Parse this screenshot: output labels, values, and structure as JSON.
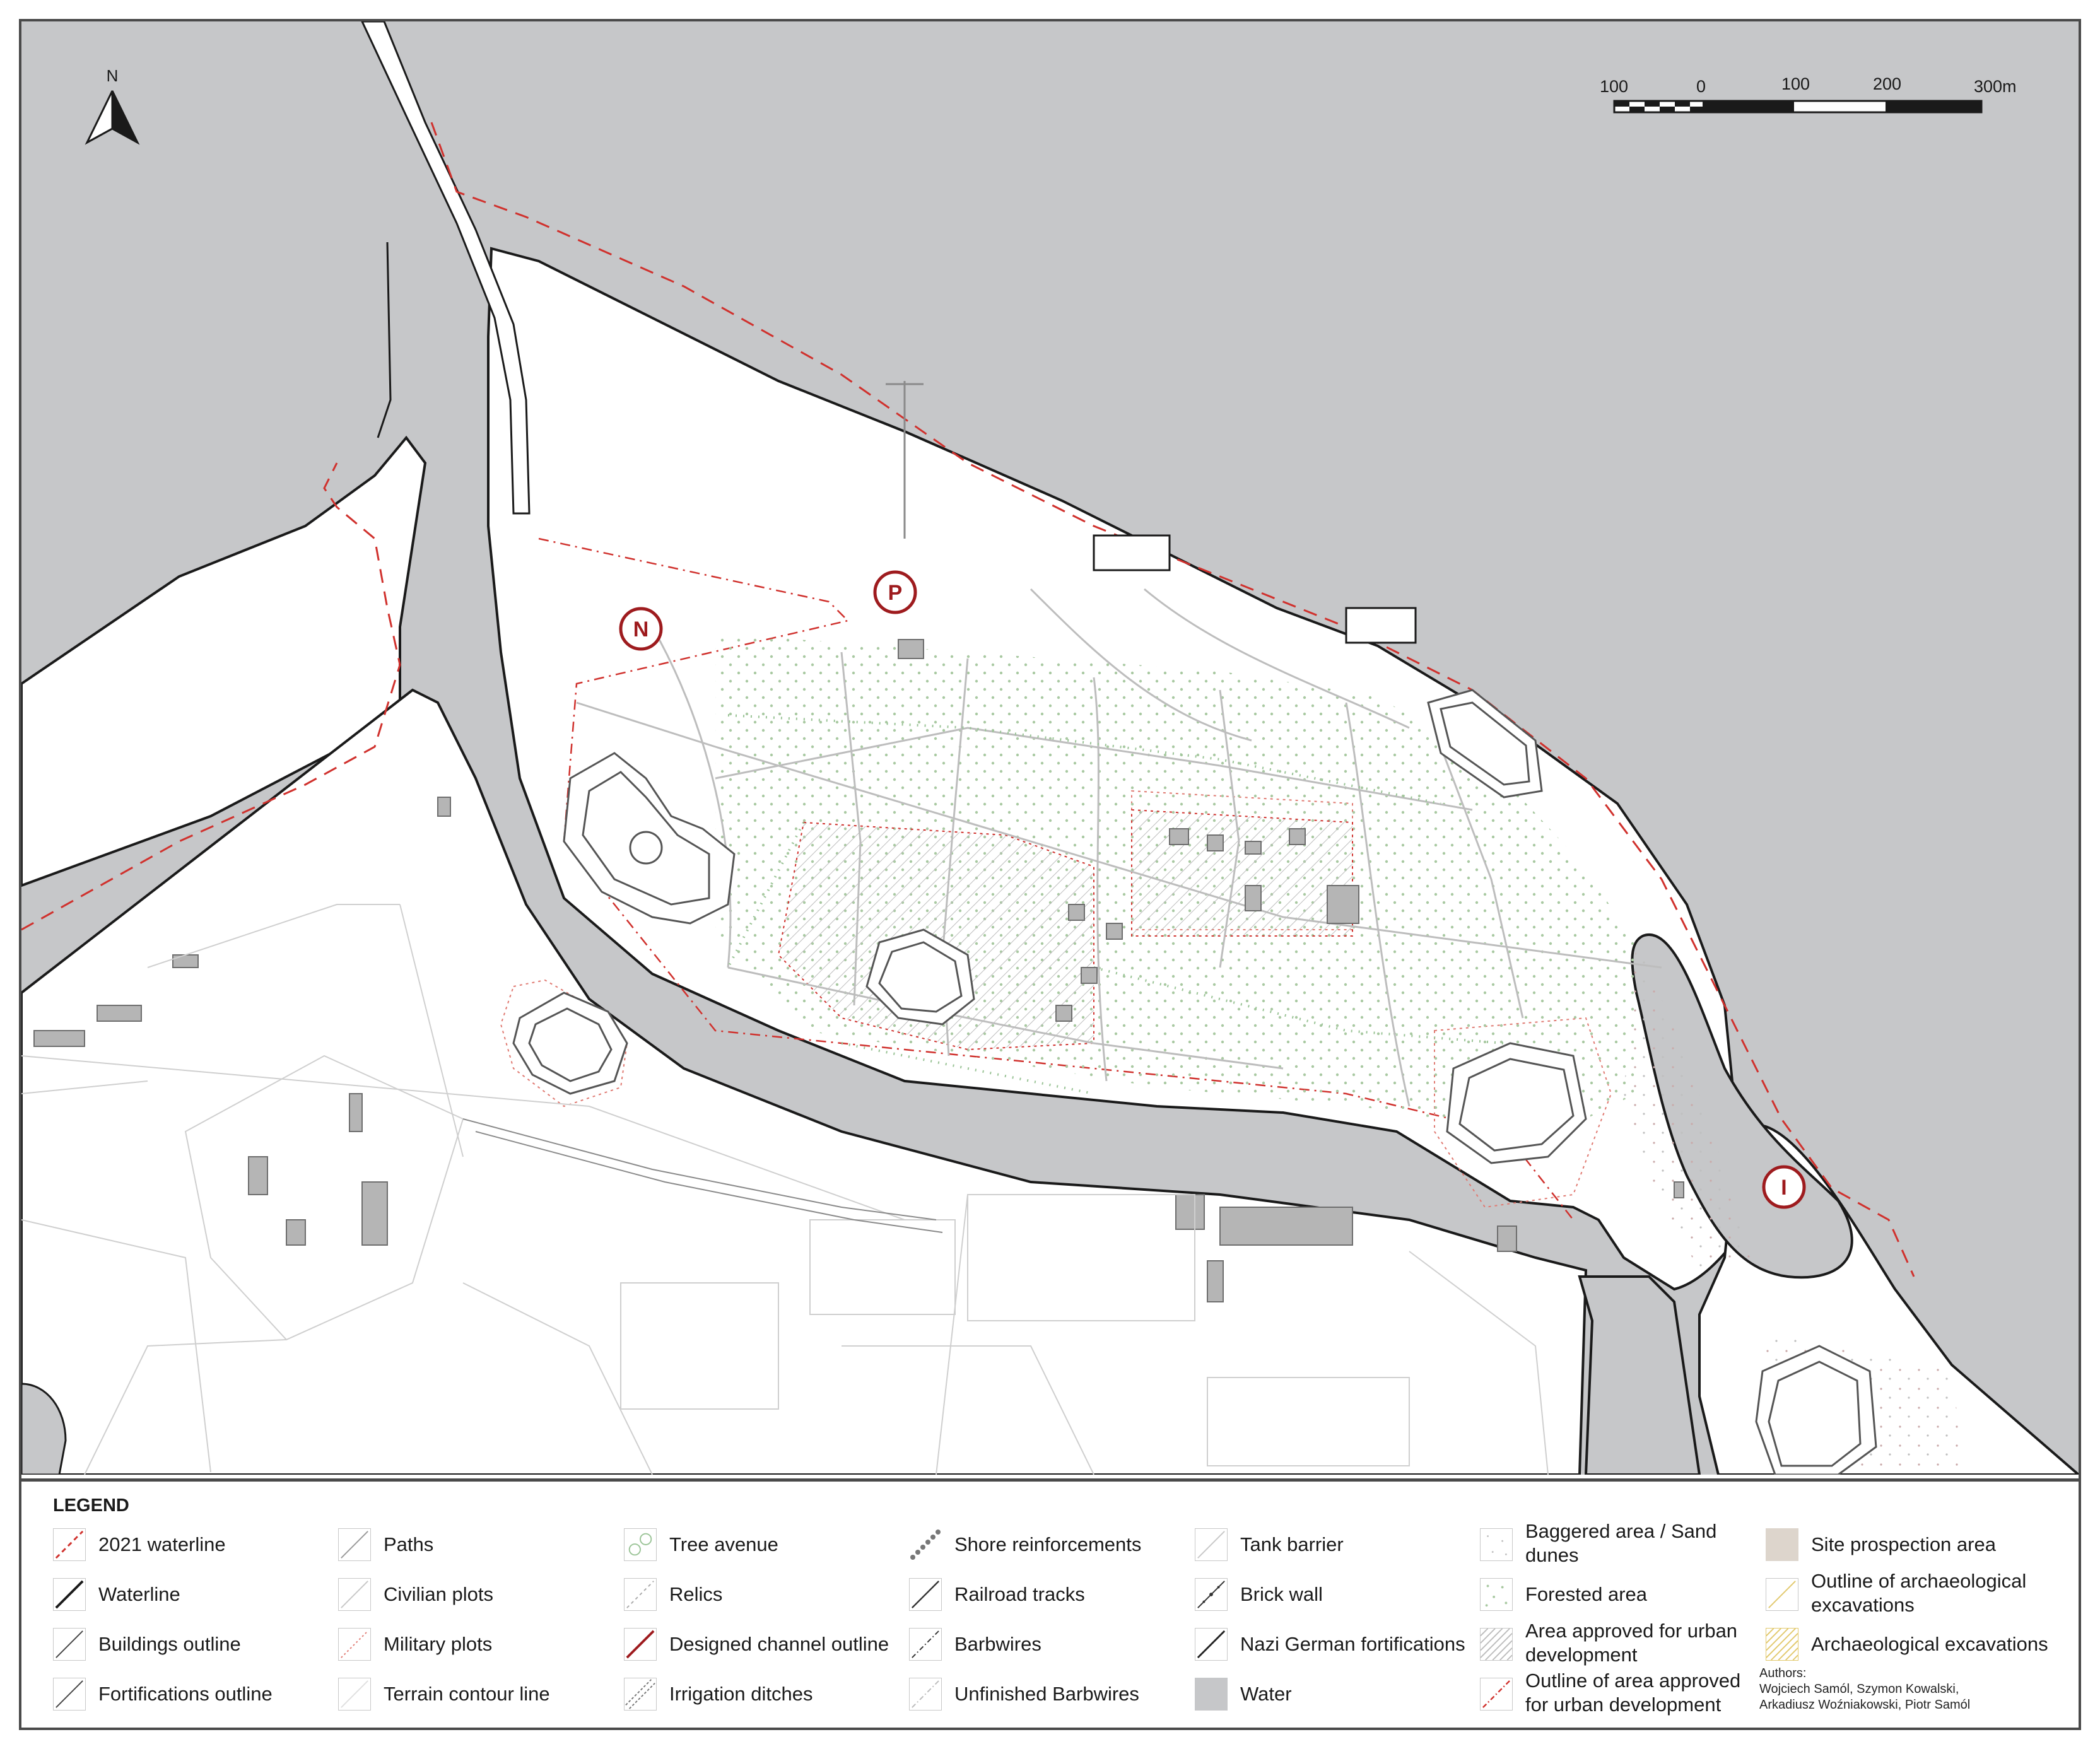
{
  "map": {
    "north_label": "N",
    "scale": {
      "labels": [
        "100",
        "0",
        "100",
        "200",
        "300m"
      ]
    },
    "markers": [
      {
        "id": "marker-n",
        "label": "N"
      },
      {
        "id": "marker-p",
        "label": "P"
      },
      {
        "id": "marker-i",
        "label": "I"
      }
    ],
    "colors": {
      "water": "#c6c7c9",
      "land": "#ffffff",
      "waterline": "#1a1a1a",
      "waterline_2021": "#d0312d",
      "military_plots": "#e07a72",
      "forest_dots": "#a9c9a2",
      "tree_avenue": "#9bc497",
      "buildings": "#b5b5b5",
      "paths": "#bdbdbd",
      "marker": "#9e1b1e"
    }
  },
  "legend": {
    "title": "LEGEND",
    "items": [
      {
        "label": "2021 waterline",
        "symbol": "red-dashed-line"
      },
      {
        "label": "Waterline",
        "symbol": "black-line"
      },
      {
        "label": "Buildings outline",
        "symbol": "thin-dark-line"
      },
      {
        "label": "Fortifications outline",
        "symbol": "thin-dark-line"
      },
      {
        "label": "Paths",
        "symbol": "grey-line"
      },
      {
        "label": "Civilian plots",
        "symbol": "light-grey-line"
      },
      {
        "label": "Military plots",
        "symbol": "red-dotted-line"
      },
      {
        "label": "Terrain contour line",
        "symbol": "very-light-line"
      },
      {
        "label": "Tree avenue",
        "symbol": "green-circles"
      },
      {
        "label": "Relics",
        "symbol": "grey-dashed-line"
      },
      {
        "label": "Designed channel outline",
        "symbol": "dark-red-line"
      },
      {
        "label": "Irrigation ditches",
        "symbol": "double-dashed-line"
      },
      {
        "label": "Shore reinforcements",
        "symbol": "grey-dots-line"
      },
      {
        "label": "Railroad tracks",
        "symbol": "black-line-thin"
      },
      {
        "label": "Barbwires",
        "symbol": "dash-dot-line"
      },
      {
        "label": "Unfinished Barbwires",
        "symbol": "light-dash-dot-line"
      },
      {
        "label": "Tank barrier",
        "symbol": "light-grey-line"
      },
      {
        "label": "Brick wall",
        "symbol": "line-with-dots"
      },
      {
        "label": "Nazi German fortifications",
        "symbol": "dark-line"
      },
      {
        "label": "Water",
        "symbol": "grey-fill"
      },
      {
        "label": "Baggered area / Sand dunes",
        "symbol": "sparse-dots"
      },
      {
        "label": "Forested area",
        "symbol": "green-dots"
      },
      {
        "label": "Area approved for urban development",
        "symbol": "hatch"
      },
      {
        "label": "Outline of area approved for urban development",
        "symbol": "red-dash-dot-line"
      },
      {
        "label": "Site prospection area",
        "symbol": "beige-fill"
      },
      {
        "label": "Outline of archaeological excavations",
        "symbol": "yellow-line"
      },
      {
        "label": "Archaeological excavations",
        "symbol": "yellow-hatch"
      }
    ],
    "authors_heading": "Authors:",
    "authors_line1": "Wojciech Samól, Szymon Kowalski,",
    "authors_line2": "Arkadiusz Woźniakowski, Piotr Samól"
  }
}
